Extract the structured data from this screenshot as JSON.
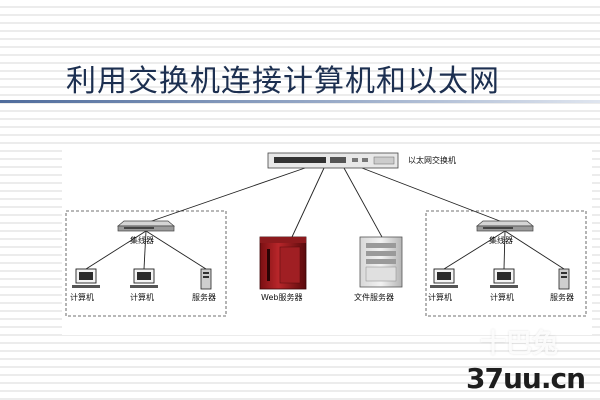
{
  "title": "利用交换机连接计算机和以太网",
  "diagram": {
    "ethernet_switch_label": "以太网交换机",
    "left_group": {
      "hub_label": "集线器",
      "computer_1_label": "计算机",
      "computer_2_label": "计算机",
      "server_label": "服务器"
    },
    "web_server_label": "Web服务器",
    "file_server_label": "文件服务器",
    "right_group": {
      "hub_label": "集线器",
      "computer_1_label": "计算机",
      "computer_2_label": "计算机",
      "server_label": "服务器"
    }
  },
  "watermark": {
    "site": "37uu.cn",
    "ghost_text": "十巴兔"
  }
}
